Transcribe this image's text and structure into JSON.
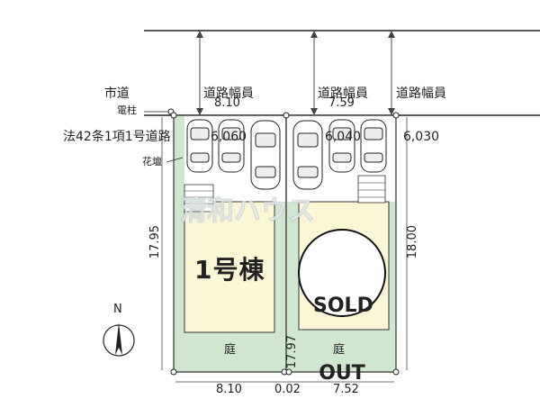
{
  "road": {
    "left_label_line1": "市道",
    "left_label_line2": "法42条1項1号道路",
    "width_labels": [
      {
        "title": "道路幅員",
        "value": "6,060"
      },
      {
        "title": "道路幅員",
        "value": "6,040"
      },
      {
        "title": "道路幅員",
        "value": "6,030"
      }
    ]
  },
  "annotations": {
    "utility_pole": "電柱",
    "flower_bed": "花壇"
  },
  "dimensions": {
    "top_left": "8.10",
    "top_right": "7.59",
    "bottom_left": "8.10",
    "bottom_gap": "0.02",
    "bottom_right": "7.52",
    "left_side": "17.95",
    "middle_side": "17.97",
    "right_side": "18.00"
  },
  "lots": {
    "lot1_label": "1号棟",
    "lot2_sold_line1": "SOLD",
    "lot2_sold_line2": "OUT",
    "garden_left": "庭",
    "garden_right": "庭"
  },
  "compass": {
    "north": "N"
  },
  "watermark": "清和ハウス",
  "colors": {
    "garden_green": "#cfe6cf",
    "building_yellow": "#fbf7d6",
    "outline": "#333333"
  }
}
